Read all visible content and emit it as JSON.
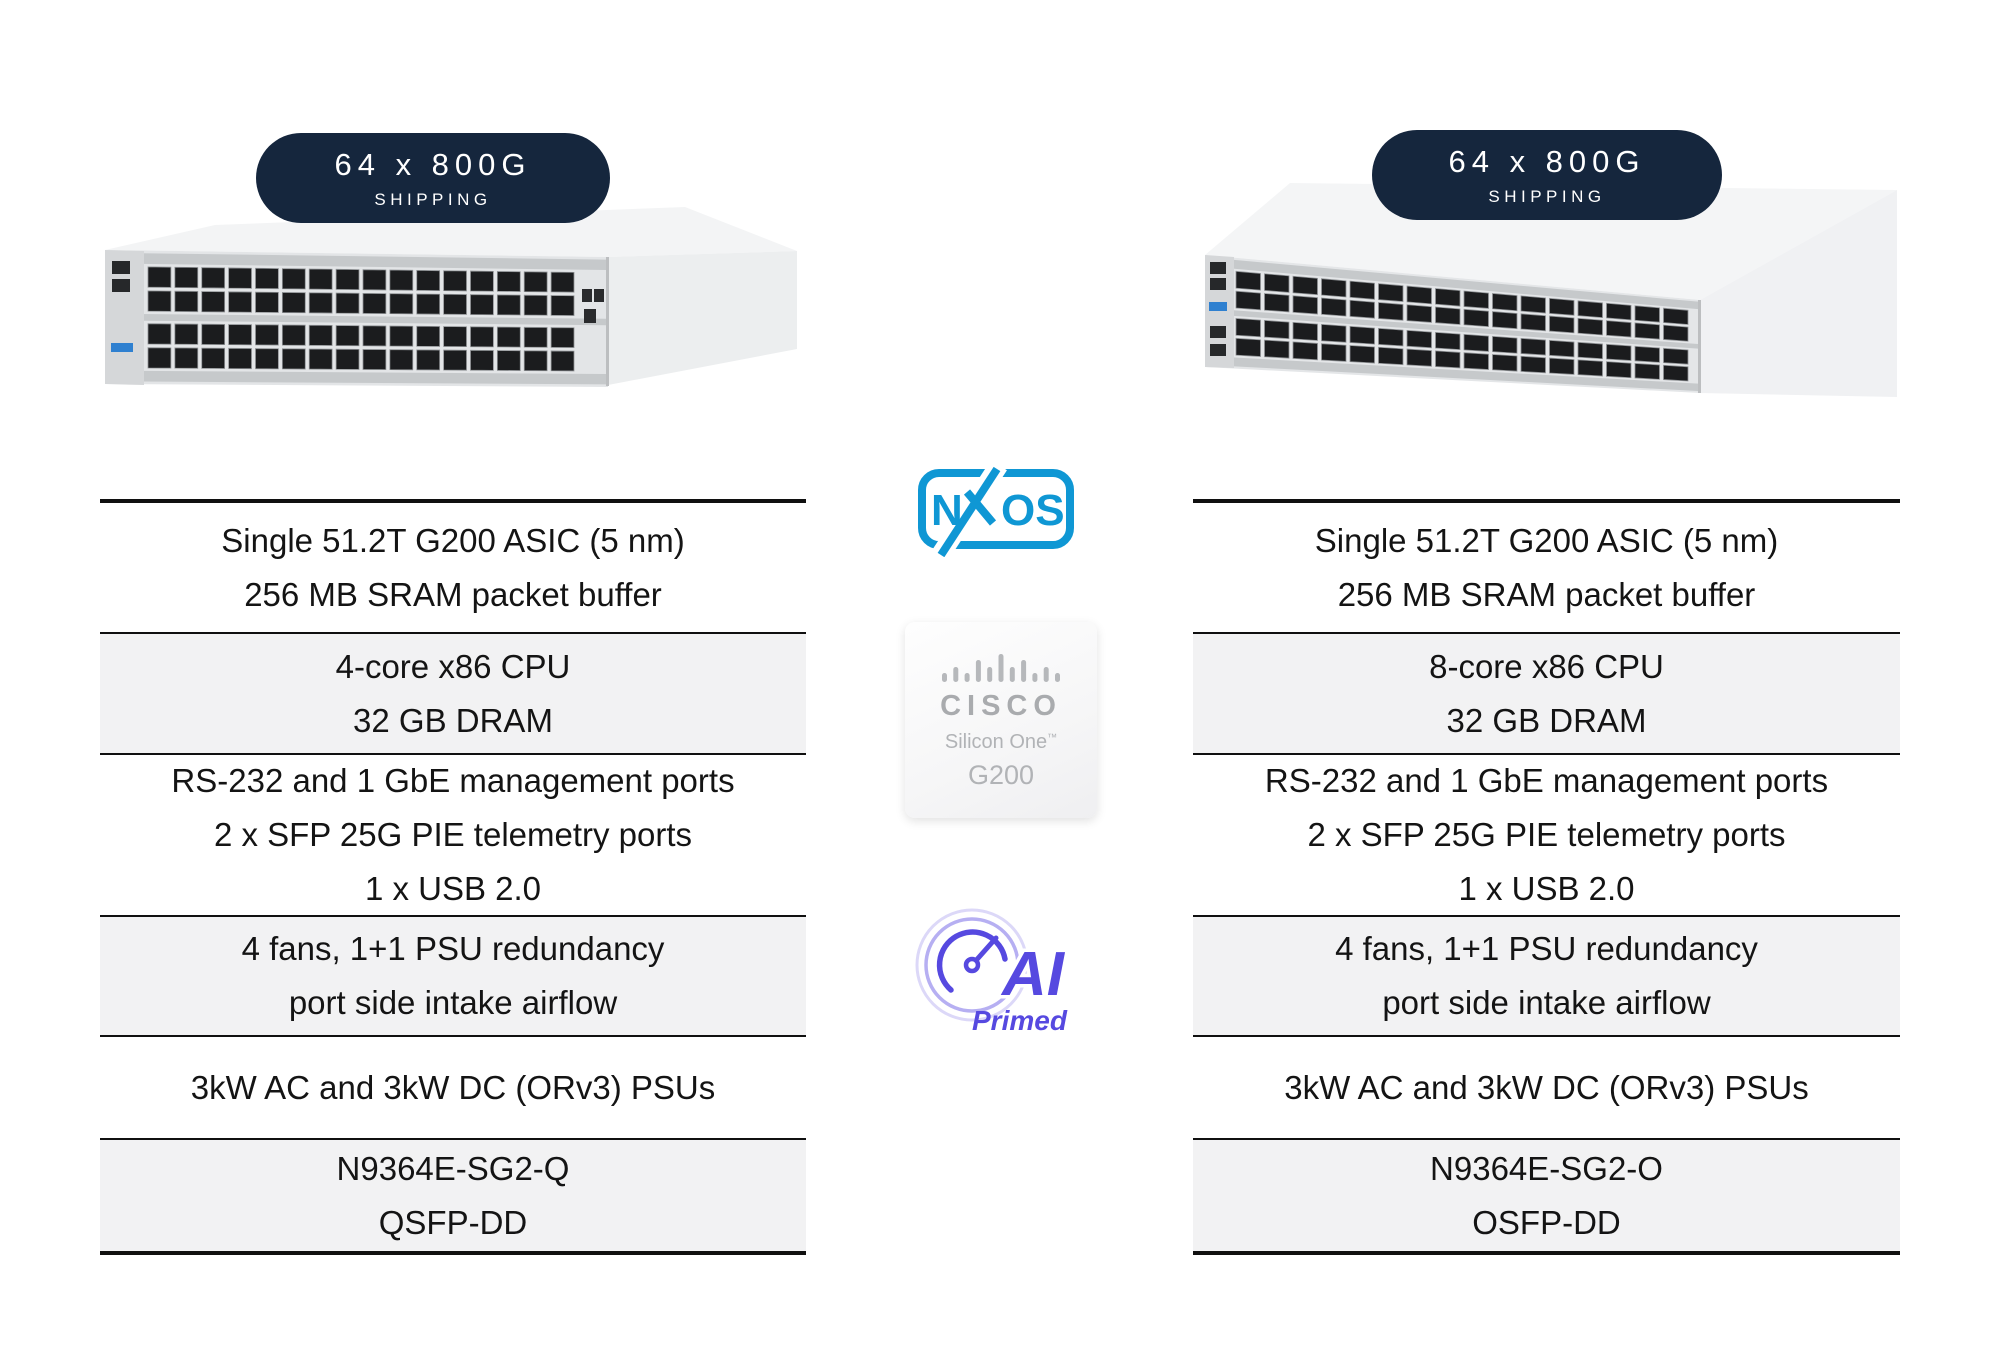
{
  "slide": {
    "background": "#ffffff"
  },
  "products": {
    "left": {
      "badge": {
        "capacity": "64 x 800G",
        "status": "SHIPPING"
      },
      "specs": [
        {
          "lines": [
            "Single 51.2T G200 ASIC (5 nm)",
            "256 MB SRAM packet buffer"
          ]
        },
        {
          "lines": [
            "4-core x86 CPU",
            "32 GB DRAM"
          ]
        },
        {
          "lines": [
            "RS-232 and 1 GbE management ports",
            "2 x SFP 25G PIE telemetry ports",
            "1 x USB 2.0"
          ]
        },
        {
          "lines": [
            "4 fans, 1+1 PSU redundancy",
            "port side intake airflow"
          ]
        },
        {
          "lines": [
            "3kW AC and 3kW DC (ORv3) PSUs"
          ]
        },
        {
          "lines": [
            "N9364E-SG2-Q",
            "QSFP-DD"
          ]
        }
      ]
    },
    "right": {
      "badge": {
        "capacity": "64 x 800G",
        "status": "SHIPPING"
      },
      "specs": [
        {
          "lines": [
            "Single 51.2T G200 ASIC (5 nm)",
            "256 MB SRAM packet buffer"
          ]
        },
        {
          "lines": [
            "8-core x86 CPU",
            "32 GB DRAM"
          ]
        },
        {
          "lines": [
            "RS-232 and 1 GbE management ports",
            "2 x SFP 25G PIE telemetry ports",
            "1 x USB 2.0"
          ]
        },
        {
          "lines": [
            "4 fans, 1+1 PSU redundancy",
            "port side intake airflow"
          ]
        },
        {
          "lines": [
            "3kW AC and 3kW DC (ORv3) PSUs"
          ]
        },
        {
          "lines": [
            "N9364E-SG2-O",
            "OSFP-DD"
          ]
        }
      ]
    }
  },
  "center": {
    "nxos_label": "NXOS",
    "chip": {
      "brand": "CISCO",
      "product": "Silicon One",
      "trademark": "™",
      "model": "G200"
    },
    "ai": {
      "word": "AI",
      "subword": "Primed"
    }
  },
  "colors": {
    "badge_navy": "#15263d",
    "nxos_blue": "#0f97d4",
    "ai_purple": "#5649e0",
    "row_shade": "#f2f2f3",
    "table_line": "#101010"
  }
}
